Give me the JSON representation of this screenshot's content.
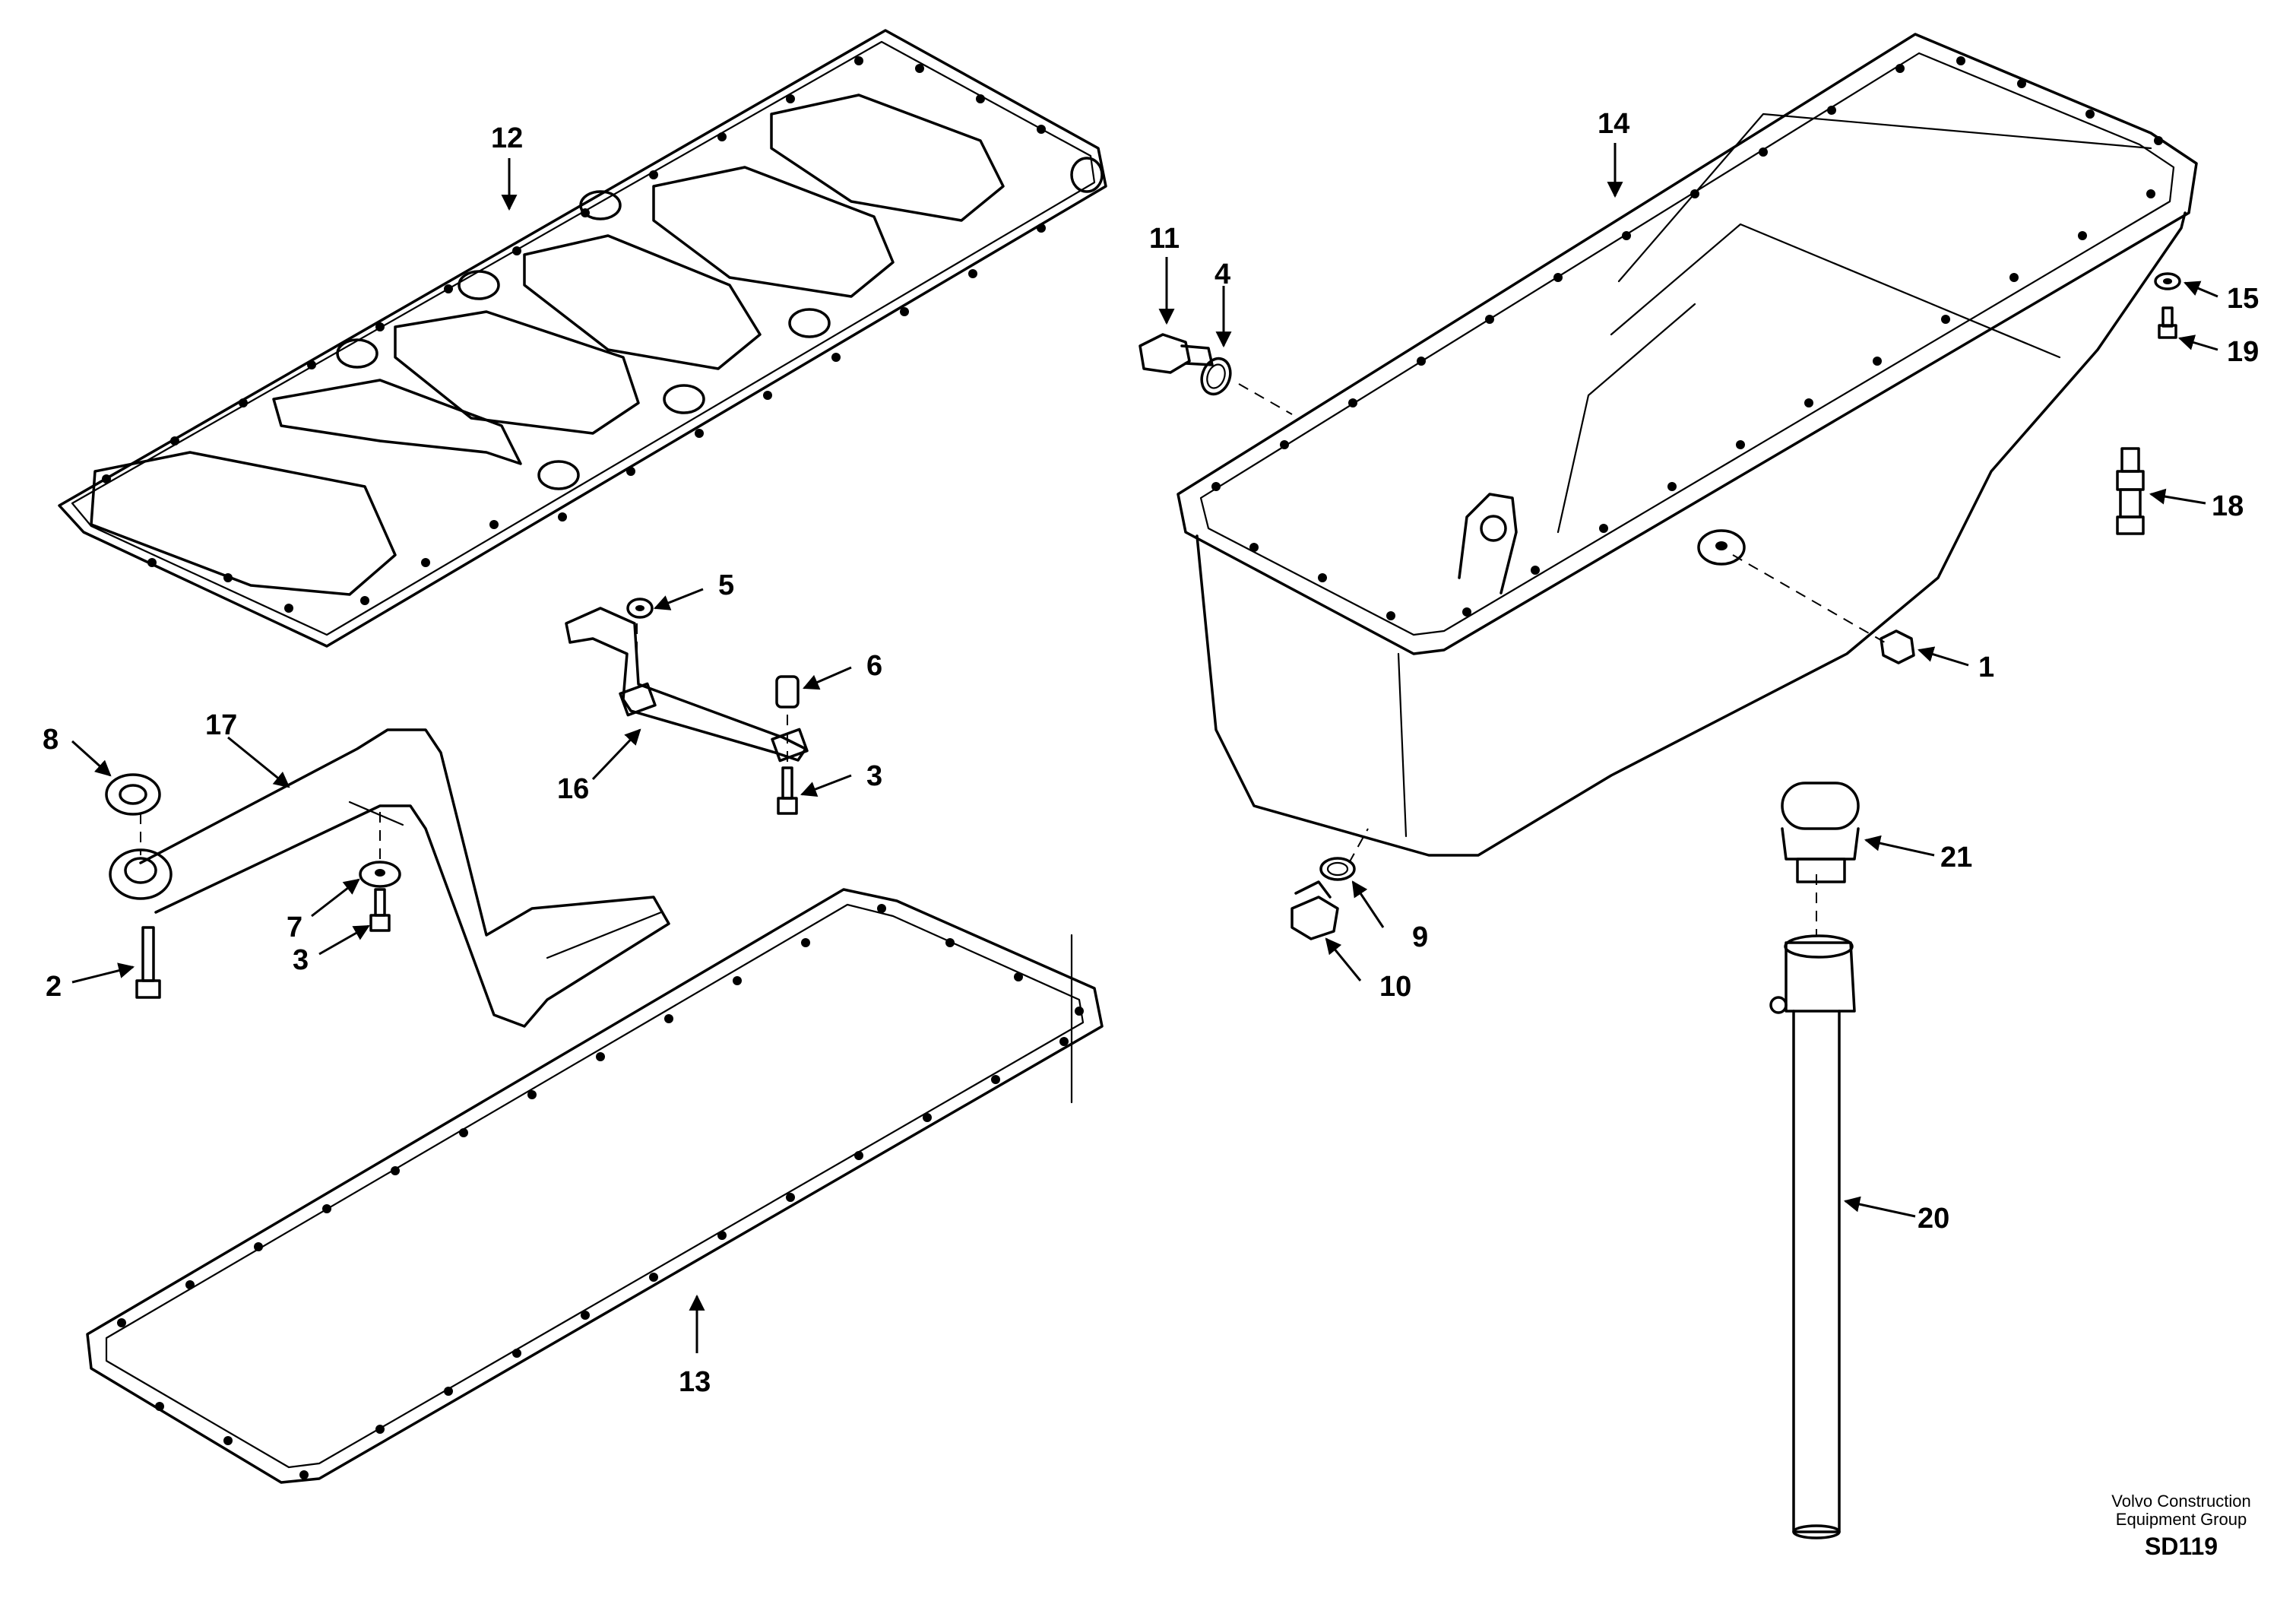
{
  "callouts": {
    "c1": "1",
    "c2": "2",
    "c3a": "3",
    "c3b": "3",
    "c4": "4",
    "c5": "5",
    "c6": "6",
    "c7": "7",
    "c8": "8",
    "c9": "9",
    "c10": "10",
    "c11": "11",
    "c12": "12",
    "c13": "13",
    "c14": "14",
    "c15": "15",
    "c16": "16",
    "c17": "17",
    "c18": "18",
    "c19": "19",
    "c20": "20",
    "c21": "21"
  },
  "footer": {
    "line1": "Volvo Construction",
    "line2": "Equipment Group",
    "code": "SD119"
  }
}
